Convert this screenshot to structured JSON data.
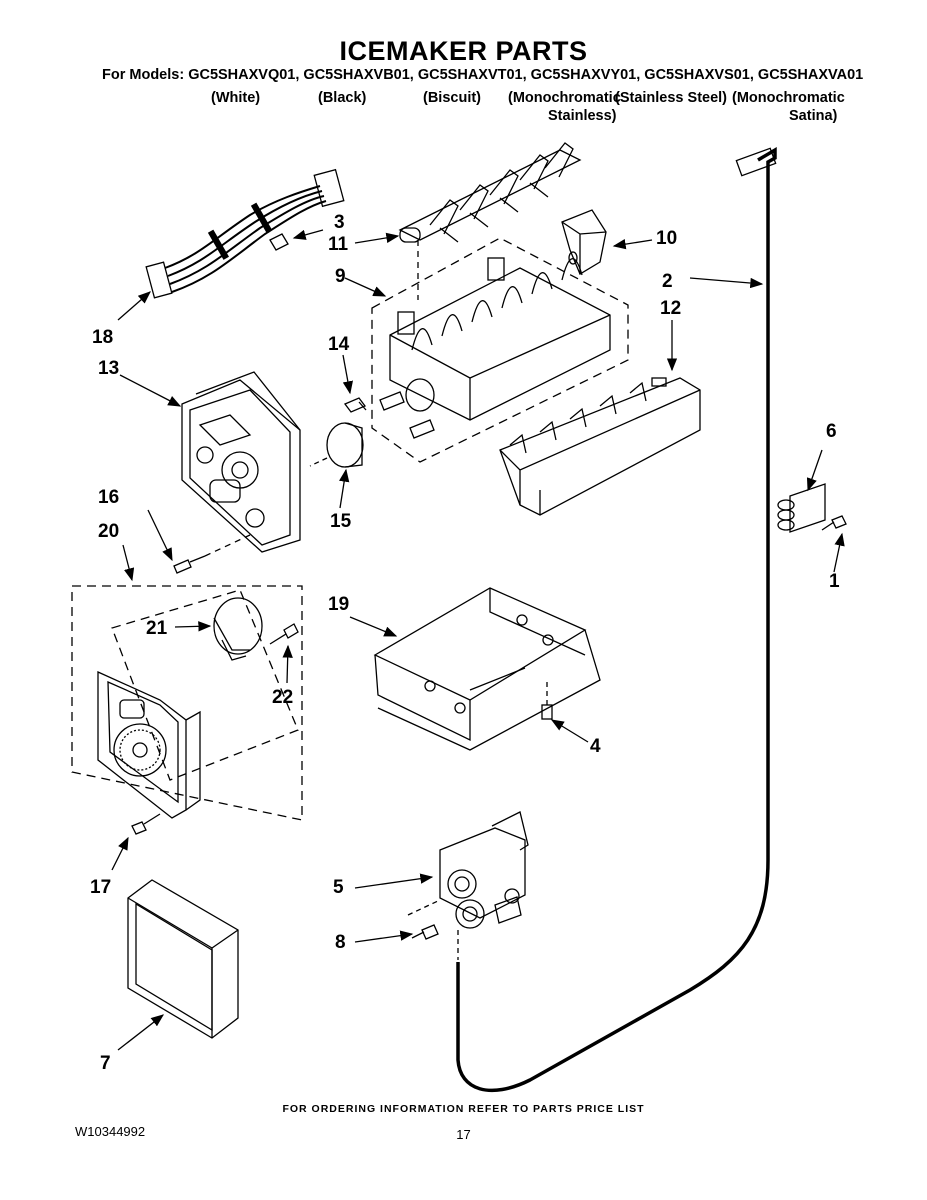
{
  "header": {
    "title": "ICEMAKER PARTS",
    "models_line": "For Models: GC5SHAXVQ01, GC5SHAXVB01, GC5SHAXVT01, GC5SHAXVY01, GC5SHAXVS01, GC5SHAXVA01",
    "color_labels": [
      "(White)",
      "(Black)",
      "(Biscuit)",
      "(Monochromatic",
      "(Stainless Steel)",
      "(Monochromatic",
      "Stainless)",
      "Satina)"
    ]
  },
  "callouts": [
    "1",
    "2",
    "3",
    "4",
    "5",
    "6",
    "7",
    "8",
    "9",
    "10",
    "11",
    "12",
    "13",
    "14",
    "15",
    "16",
    "17",
    "18",
    "19",
    "20",
    "21",
    "22"
  ],
  "footer": {
    "ordering_note": "FOR ORDERING INFORMATION REFER TO PARTS PRICE LIST",
    "document_number": "W10344992",
    "page_number": "17"
  }
}
